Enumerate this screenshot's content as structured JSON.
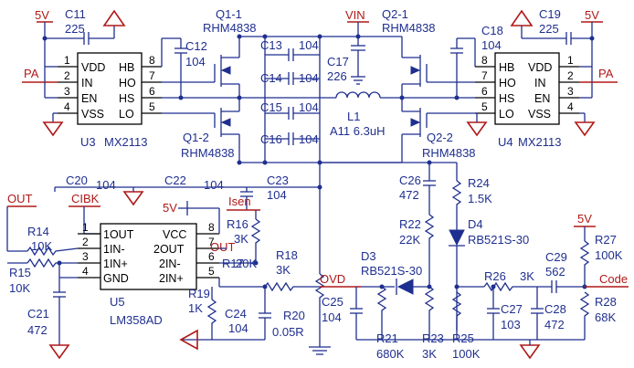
{
  "power": {
    "v5": "5V",
    "vin": "VIN"
  },
  "nets": {
    "pa": "PA",
    "out": "OUT",
    "cibk": "CIBK",
    "isen": "Isen",
    "ovd": "OVD",
    "code": "Code"
  },
  "u3": {
    "ref": "U3",
    "part": "MX2113",
    "left_pins": [
      {
        "num": "1",
        "name": "VDD"
      },
      {
        "num": "2",
        "name": "IN"
      },
      {
        "num": "3",
        "name": "EN"
      },
      {
        "num": "4",
        "name": "VSS"
      }
    ],
    "right_pins": [
      {
        "num": "8",
        "name": "HB"
      },
      {
        "num": "7",
        "name": "HO"
      },
      {
        "num": "6",
        "name": "HS"
      },
      {
        "num": "5",
        "name": "LO"
      }
    ]
  },
  "u4": {
    "ref": "U4",
    "part": "MX2113",
    "left_pins": [
      {
        "num": "8",
        "name": "HB"
      },
      {
        "num": "7",
        "name": "HO"
      },
      {
        "num": "6",
        "name": "HS"
      },
      {
        "num": "5",
        "name": "LO"
      }
    ],
    "right_pins": [
      {
        "num": "1",
        "name": "VDD"
      },
      {
        "num": "2",
        "name": "IN"
      },
      {
        "num": "3",
        "name": "EN"
      },
      {
        "num": "4",
        "name": "VSS"
      }
    ]
  },
  "u5": {
    "ref": "U5",
    "part": "LM358AD",
    "left_pins": [
      {
        "num": "1",
        "name": "1OUT"
      },
      {
        "num": "2",
        "name": "1IN-"
      },
      {
        "num": "3",
        "name": "1IN+"
      },
      {
        "num": "4",
        "name": "GND"
      }
    ],
    "right_pins": [
      {
        "num": "8",
        "name": "VCC"
      },
      {
        "num": "7",
        "name": "2OUT"
      },
      {
        "num": "6",
        "name": "2IN-"
      },
      {
        "num": "5",
        "name": "2IN+"
      }
    ]
  },
  "mosfets": {
    "q1_1": "Q1-1",
    "q1_2": "Q1-2",
    "q2_1": "Q2-1",
    "q2_2": "Q2-2",
    "part": "RHM4838"
  },
  "parts": {
    "c11": "C11",
    "c11v": "225",
    "c12": "C12",
    "c12v": "104",
    "c13": "C13",
    "c14": "C14",
    "c15": "C15",
    "c16": "C16",
    "c13v": "104",
    "c17": "C17",
    "c17v": "226",
    "c18": "C18",
    "c18v": "104",
    "c19": "C19",
    "c19v": "225",
    "l1": "L1",
    "l1v": "A11 6.3uH",
    "c20": "C20",
    "c20v": "104",
    "c22": "C22",
    "c22v": "104",
    "c23": "C23",
    "c23v": "104",
    "r14": "R14",
    "r14v": "10K",
    "r15": "R15",
    "r15v": "10K",
    "c21": "C21",
    "c21v": "472",
    "r16": "R16",
    "r16v": "3K",
    "r17": "R17",
    "r17v": "20K",
    "r18": "R18",
    "r18v": "3K",
    "r19": "R19",
    "r19v": "1K",
    "c24": "C24",
    "c24v": "104",
    "r20": "R20",
    "r20v": "0.05R",
    "c26": "C26",
    "c26v": "472",
    "r24": "R24",
    "r24v": "1.5K",
    "r22": "R22",
    "r22v": "22K",
    "d4": "D4",
    "d4v": "RB521S-30",
    "d3": "D3",
    "d3v": "RB521S-30",
    "c25": "C25",
    "c25v": "104",
    "r21": "R21",
    "r21v": "680K",
    "r23": "R23",
    "r23v": "3K",
    "r25": "R25",
    "r25v": "100K",
    "r26": "R26",
    "r26v": "3K",
    "c27": "C27",
    "c27v": "103",
    "c28": "C28",
    "c28v": "472",
    "c29": "C29",
    "c29v": "562",
    "r27": "R27",
    "r27v": "100K",
    "r28": "R28",
    "r28v": "68K"
  }
}
